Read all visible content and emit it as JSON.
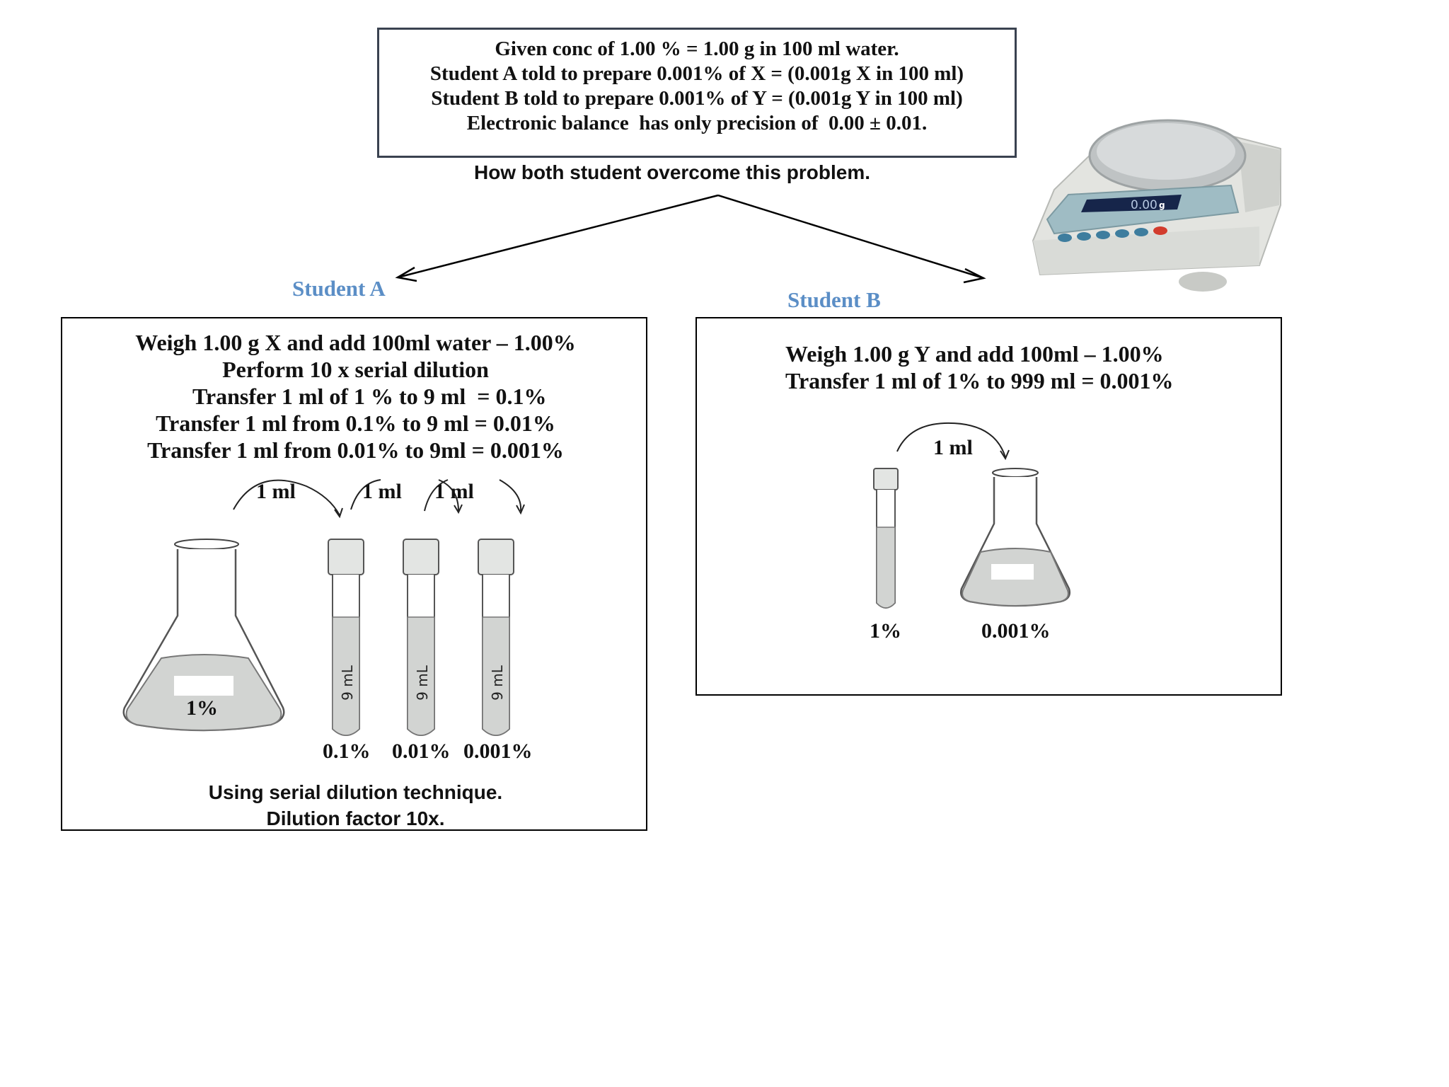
{
  "header": {
    "lines": [
      "Given conc of 1.00 % = 1.00 g in 100 ml water.",
      "Student A told to prepare 0.001% of X = (0.001g X in 100 ml)",
      "Student B told to prepare 0.001% of Y = (0.001g Y in 100 ml)",
      "Electronic balance  has only precision of  0.00 ± 0.01."
    ]
  },
  "question": "How both student overcome this problem.",
  "balance": {
    "display": "0.00",
    "unit": "g"
  },
  "student_a": {
    "label": "Student A",
    "lines": [
      "Weigh 1.00 g X and add 100ml water – 1.00%",
      "Perform 10 x serial dilution",
      "     Transfer 1 ml of 1 % to 9 ml  = 0.1%",
      "Transfer 1 ml from 0.1% to 9 ml = 0.01%",
      "Transfer 1 ml from 0.01% to 9ml = 0.001%"
    ],
    "transfer_labels": [
      "1 ml",
      "1 ml",
      "1 ml"
    ],
    "flask_label": "1%",
    "tube_volume": "9 mL",
    "tube_labels": [
      "0.1%",
      "0.01%",
      "0.001%"
    ],
    "notes": [
      "Using serial dilution technique.",
      "Dilution factor 10x."
    ]
  },
  "student_b": {
    "label": "Student B",
    "lines": [
      "Weigh 1.00 g Y and add 100ml – 1.00%",
      "Transfer 1 ml of 1% to 999 ml = 0.001%"
    ],
    "transfer_label": "1 ml",
    "tube_label": "1%",
    "flask_label": "0.001%"
  },
  "colors": {
    "student_label": "#5b8ec6",
    "liquid": "#d2d4d2",
    "balance_display": "#16254a"
  }
}
